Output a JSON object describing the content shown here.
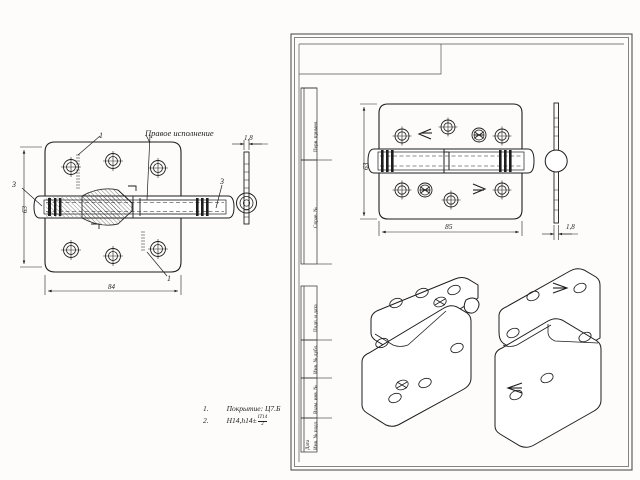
{
  "document": {
    "type": "engineering-drawing",
    "sheet_background": "#fdfcfa",
    "line_color": "#1d1d1d",
    "frame_color": "#55514e"
  },
  "left_view": {
    "annotation_title": "Правое исполнение",
    "callouts": [
      {
        "id": "c1",
        "label": "1"
      },
      {
        "id": "c2",
        "label": "3"
      },
      {
        "id": "c3",
        "label": "3"
      },
      {
        "id": "c4",
        "label": "1"
      }
    ],
    "dimensions": {
      "height": "63",
      "width": "84",
      "thickness": "1,8"
    }
  },
  "main_view": {
    "dimensions": {
      "width": "85",
      "height": "63",
      "thickness": "1,8"
    },
    "arrow_marks": [
      "<",
      ">"
    ]
  },
  "notes": {
    "items": [
      {
        "num": "1.",
        "text": "Покрытие: Ц7.Б"
      },
      {
        "num": "2.",
        "text": "H14,h14±",
        "frac_top": "IT14",
        "frac_bottom": "2"
      }
    ]
  },
  "title_block": {
    "cells": [
      {
        "name": "perv-primen",
        "label": "Перв. примен."
      },
      {
        "name": "sprav-no",
        "label": "Справ. №"
      },
      {
        "name": "podp-i-data",
        "label": "Подп. и дата"
      },
      {
        "name": "inv-no-dubl",
        "label": "Инв. № дубл."
      },
      {
        "name": "vzam-inv-no",
        "label": "Взам. инв. №"
      },
      {
        "name": "inv-no-podl",
        "label": "Инв. № подл."
      },
      {
        "name": "data",
        "label": "Дата"
      }
    ]
  },
  "isometric_views": {
    "left": {
      "name": "hinge-iso-left"
    },
    "right": {
      "name": "hinge-iso-right"
    }
  }
}
